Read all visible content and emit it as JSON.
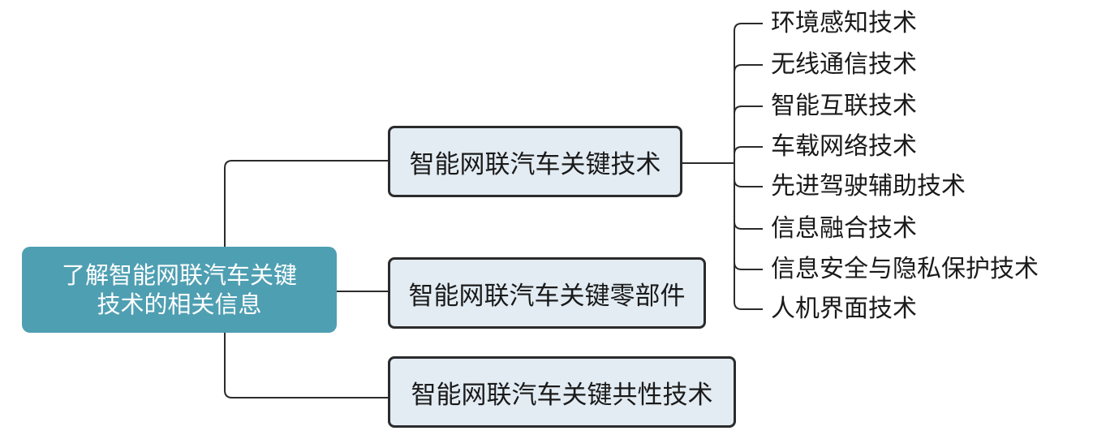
{
  "root": {
    "line1": "了解智能网联汽车关键",
    "line2": "技术的相关信息"
  },
  "branches": [
    "智能网联汽车关键技术",
    "智能网联汽车关键零部件",
    "智能网联汽车关键共性技术"
  ],
  "leaves": [
    "环境感知技术",
    "无线通信技术",
    "智能互联技术",
    "车载网络技术",
    "先进驾驶辅助技术",
    "信息融合技术",
    "信息安全与隐私保护技术",
    "人机界面技术"
  ],
  "colors": {
    "root_fill": "#4f9fb2",
    "branch_fill": "#e3ecf3",
    "line": "#2b2b2b"
  }
}
